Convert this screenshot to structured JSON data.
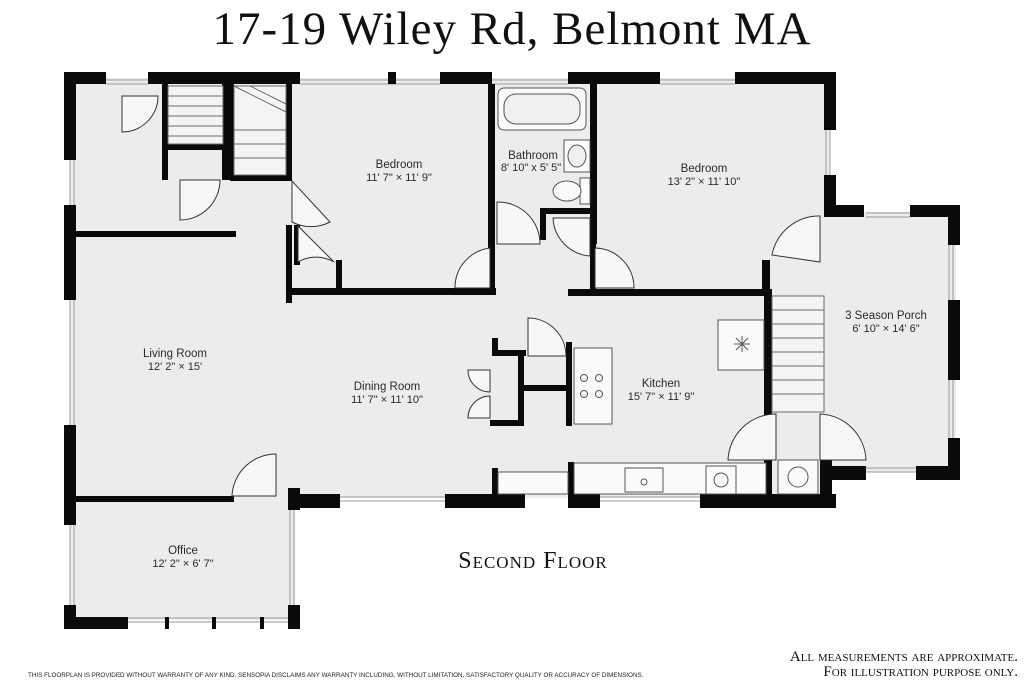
{
  "title": "17-19 Wiley Rd, Belmont MA",
  "floor_label": "Second Floor",
  "rooms": [
    {
      "name": "Bedroom",
      "dimensions": "11' 7\" × 11' 9\""
    },
    {
      "name": "Bathroom",
      "dimensions": "8' 10\" x 5' 5\""
    },
    {
      "name": "Bedroom",
      "dimensions": "13' 2\" × 11' 10\""
    },
    {
      "name": "3 Season Porch",
      "dimensions": "6' 10\" × 14' 6\""
    },
    {
      "name": "Living Room",
      "dimensions": "12' 2\" × 15'"
    },
    {
      "name": "Dining Room",
      "dimensions": "11' 7\" × 11' 10\""
    },
    {
      "name": "Kitchen",
      "dimensions": "15' 7\" × 11' 9\""
    },
    {
      "name": "Office",
      "dimensions": "12' 2\" × 6' 7\""
    }
  ],
  "disclaimer": "THIS FLOORPLAN IS PROVIDED WITHOUT WARRANTY OF ANY KIND. SENSOPIA DISCLAIMS ANY WARRANTY INCLUDING, WITHOUT LIMITATION, SATISFACTORY QUALITY OR ACCURACY OF DIMENSIONS.",
  "note_line1": "All measurements are approximate.",
  "note_line2": "For illustration purpose only."
}
